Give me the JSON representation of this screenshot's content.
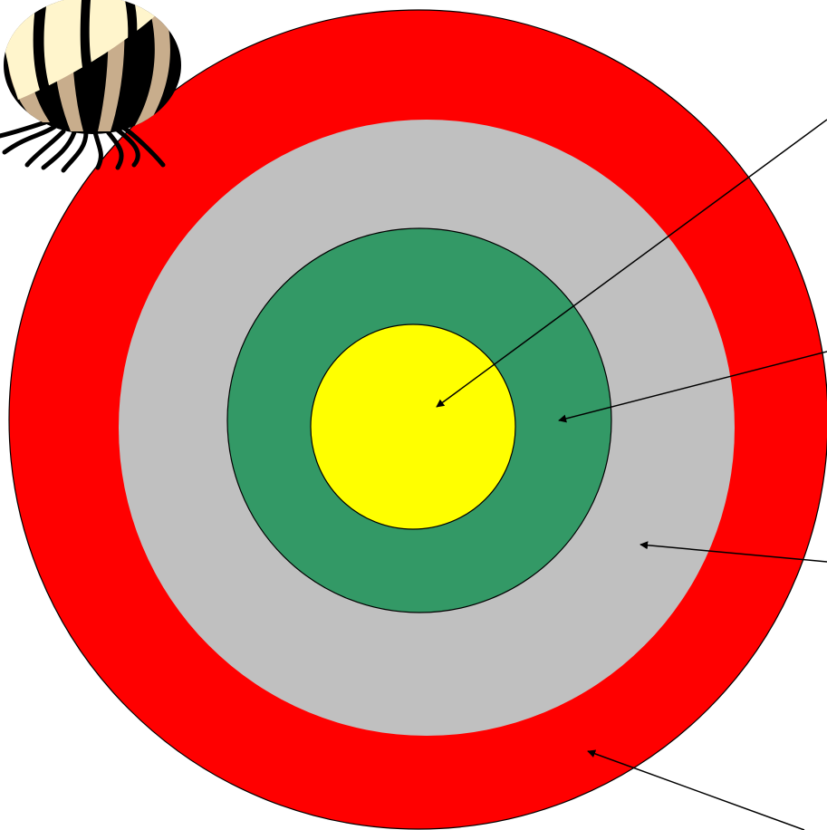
{
  "diagram": {
    "type": "concentric-target",
    "rings": [
      {
        "name": "outer-ring",
        "color": "#ff0000"
      },
      {
        "name": "second-ring",
        "color": "#c0c0c0"
      },
      {
        "name": "third-ring",
        "color": "#339966"
      },
      {
        "name": "bullseye",
        "color": "#ffff00"
      }
    ],
    "arrows": [
      {
        "name": "arrow-to-bullseye",
        "target": "bullseye"
      },
      {
        "name": "arrow-to-third-ring",
        "target": "third-ring"
      },
      {
        "name": "arrow-to-second-ring",
        "target": "second-ring"
      },
      {
        "name": "arrow-to-outer-ring",
        "target": "outer-ring"
      }
    ],
    "clipart": {
      "icon": "onion-icon",
      "colors": {
        "dark": "#000000",
        "light": "#fff5cc",
        "tan": "#c8ad8c"
      }
    }
  }
}
